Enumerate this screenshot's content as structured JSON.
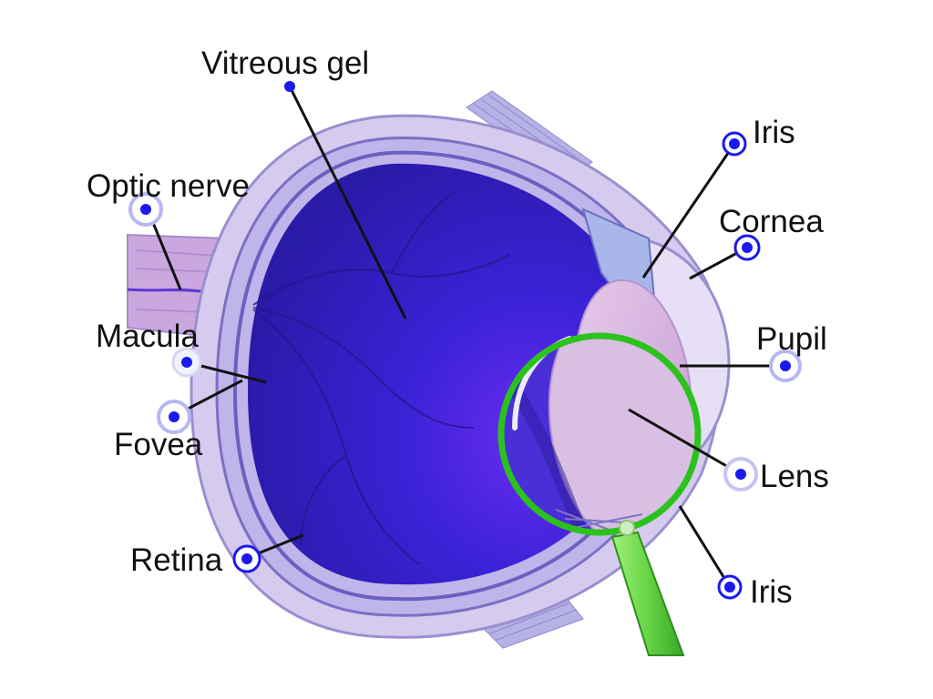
{
  "labels": {
    "vitreous_gel": "Vitreous gel",
    "optic_nerve": "Optic nerve",
    "macula": "Macula",
    "fovea": "Fovea",
    "retina": "Retina",
    "iris_top": "Iris",
    "cornea": "Cornea",
    "pupil": "Pupil",
    "lens": "Lens",
    "iris_bottom": "Iris"
  },
  "colors": {
    "marker_dot": "#1a1aee",
    "leader_line": "#111111",
    "magnifier_rim": "#2bc21e",
    "magnifier_handle": "#77dd55",
    "vitreous": "#3a22d6",
    "sclera": "#cfc3ea",
    "lens": "#d8b8e0",
    "optic_nerve": "#c9a6dd"
  },
  "icons": {
    "hotspot": "hotspot-marker-icon",
    "magnifier": "magnifier-icon"
  }
}
